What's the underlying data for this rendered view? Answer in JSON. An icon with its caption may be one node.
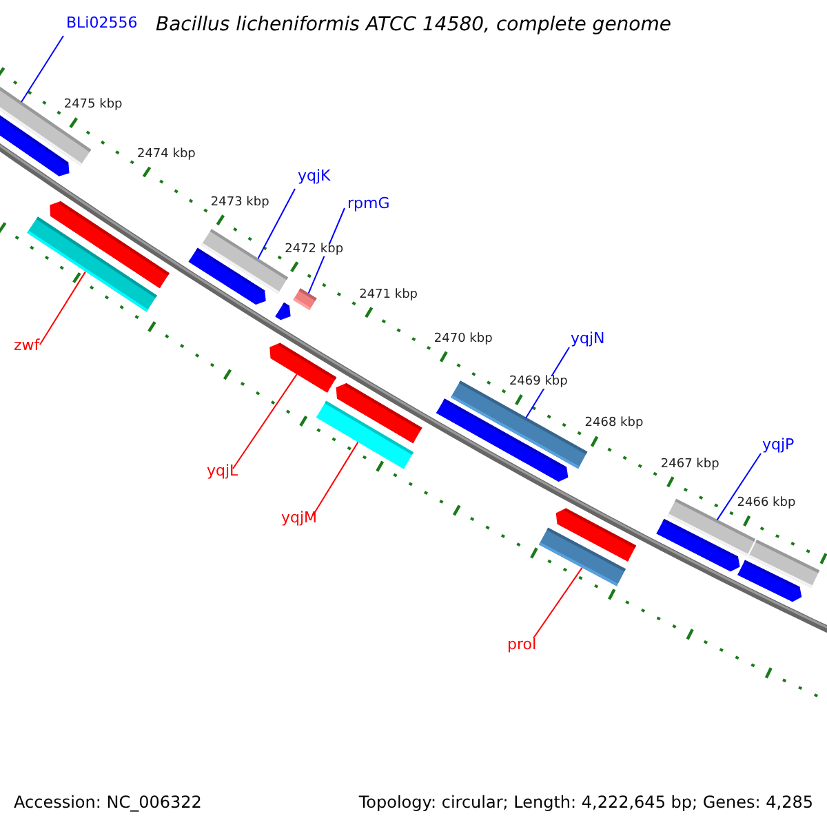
{
  "diagram": {
    "title": "Bacillus licheniformis ATCC 14580, complete genome",
    "nodes": [
      {
        "text": [
          "BLi02556"
        ]
      },
      {
        "text": [
          "yqjK"
        ]
      },
      {
        "text": [
          "rpmG"
        ]
      },
      {
        "text": [
          "yqjN"
        ]
      },
      {
        "text": [
          "zwf"
        ]
      },
      {
        "text": [
          "yqjP"
        ]
      },
      {
        "text": [
          "yqjL"
        ]
      },
      {
        "text": [
          "yqjM"
        ]
      },
      {
        "text": [
          "proI"
        ]
      },
      {
        "text": [],
        "shape": "bar"
      },
      {
        "text": [],
        "shape": "bar"
      },
      {
        "text": [],
        "shape": "bar"
      },
      {
        "text": [],
        "shape": "bar"
      },
      {
        "text": [],
        "shape": "bar"
      },
      {
        "text": [],
        "shape": "bar"
      },
      {
        "text": [],
        "shape": "bar"
      },
      {
        "text": [],
        "shape": "bar"
      },
      {
        "text": [],
        "shape": "bar"
      },
      {
        "text": [],
        "shape": "bar"
      },
      {
        "text": [],
        "shape": "bar"
      },
      {
        "text": [],
        "shape": "bar"
      },
      {
        "text": [],
        "shape": "bar"
      },
      {
        "text": [],
        "shape": "bar"
      },
      {
        "text": [],
        "shape": "bar"
      },
      {
        "text": [],
        "shape": "bar"
      },
      {
        "text": [],
        "shape": "bar"
      },
      {
        "text": [],
        "shape": "bar"
      },
      {
        "text": [],
        "shape": "bar"
      }
    ],
    "edges": [
      {
        "from": 0,
        "to": 9,
        "arrow": "none"
      },
      {
        "from": 1,
        "to": 14,
        "arrow": "none"
      },
      {
        "from": 2,
        "to": 16,
        "arrow": "none"
      },
      {
        "from": 3,
        "to": 21,
        "arrow": "none"
      },
      {
        "from": 4,
        "to": 11,
        "arrow": "none",
        "color": "#ff0000"
      },
      {
        "from": 5,
        "to": 24,
        "arrow": "none"
      },
      {
        "from": 6,
        "to": 17,
        "arrow": "none",
        "color": "#ff0000"
      },
      {
        "from": 7,
        "to": 18,
        "arrow": "none",
        "color": "#ff0000"
      },
      {
        "from": 8,
        "to": 23,
        "arrow": "none",
        "color": "#ff0000"
      }
    ],
    "labels": [
      "2475 kbp",
      "2474 kbp",
      "2473 kbp",
      "2472 kbp",
      "2471 kbp",
      "2470 kbp",
      "2469 kbp",
      "2468 kbp",
      "2467 kbp",
      "2466 kbp",
      "Accession: NC_006322",
      "Topology: circular; Length: 4,222,645 bp; Genes: 4,285"
    ]
  }
}
